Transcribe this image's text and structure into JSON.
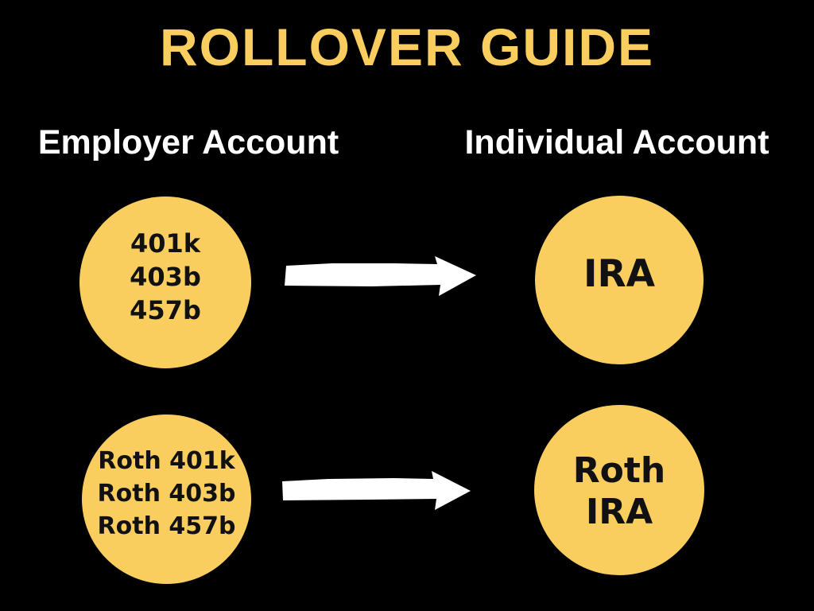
{
  "title": "ROLLOVER GUIDE",
  "columns": {
    "left_header": "Employer Account",
    "right_header": "Individual Account"
  },
  "rows": [
    {
      "source": {
        "lines": [
          "401k",
          "403b",
          "457b"
        ]
      },
      "arrow_icon": "right-arrow",
      "target": {
        "lines": [
          "IRA"
        ]
      }
    },
    {
      "source": {
        "lines": [
          "Roth 401k",
          "Roth 403b",
          "Roth 457b"
        ]
      },
      "arrow_icon": "right-arrow",
      "target": {
        "lines": [
          "Roth",
          "IRA"
        ]
      }
    }
  ],
  "colors": {
    "background": "#000000",
    "accent": "#F9CE5F",
    "circle_fill": "#F9CE5F",
    "circle_text": "#111111",
    "header_text": "#FFFFFF",
    "arrow_fill": "#FFFFFF"
  }
}
